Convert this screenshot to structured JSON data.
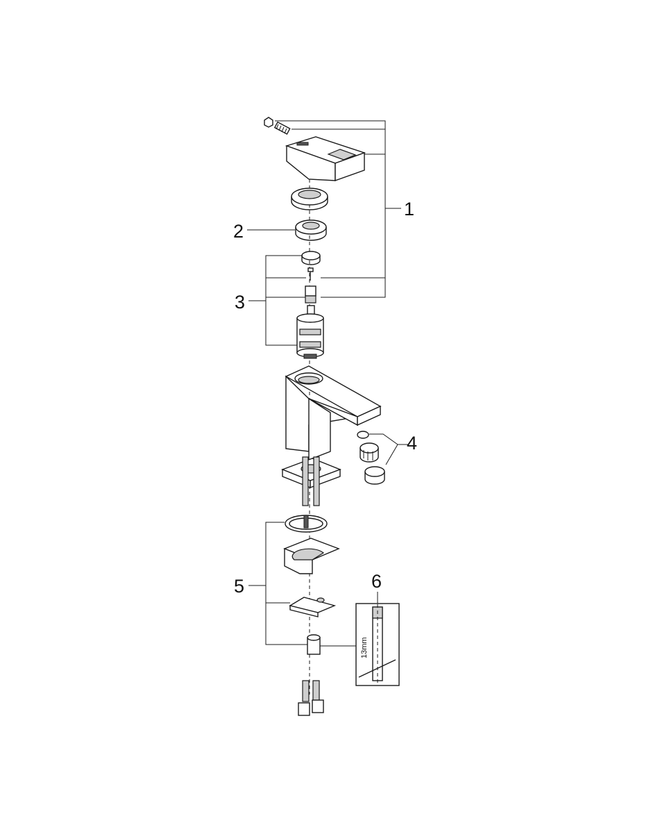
{
  "callouts": {
    "c1": "1",
    "c2": "2",
    "c3": "3",
    "c4": "4",
    "c5": "5",
    "c6": "6"
  },
  "tool": {
    "size_label": "13mm"
  }
}
